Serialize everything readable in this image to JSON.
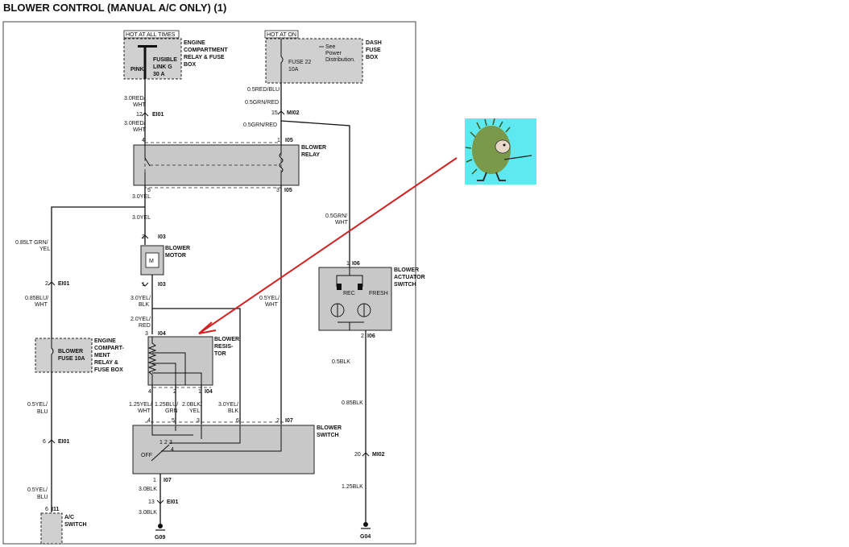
{
  "title": "BLOWER CONTROL (MANUAL A/C ONLY) (1)",
  "hot_labels": {
    "always": "HOT AT ALL TIMES",
    "on": "HOT AT ON"
  },
  "engine_box_top": {
    "line1": "ENGINE",
    "line2": "COMPARTMENT",
    "line3": "RELAY & FUSE",
    "line4": "BOX"
  },
  "fusible_link": {
    "line1": "FUSIBLE",
    "line2": "LINK G",
    "line3": "30 A",
    "color": "PINK"
  },
  "dash_box": {
    "line1": "DASH",
    "line2": "FUSE",
    "line3": "BOX"
  },
  "fuse22": {
    "line1": "FUSE 22",
    "line2": "10A",
    "note1": "See",
    "note2": "Power",
    "note3": "Distribution."
  },
  "wires": {
    "w_30red_a1": "3.0RED/",
    "w_30red_a2": "WHT",
    "w_30red_b1": "3.0RED/",
    "w_30red_b2": "WHT",
    "w_05redblu": "0.5RED/BLU",
    "w_05grnred_a": "0.5GRN/RED",
    "w_05grnred_b": "0.5GRN/RED",
    "w_30yel_a": "3.0YEL",
    "w_30yel_b": "3.0YEL",
    "w_085ltgrn1": "0.85LT GRN/",
    "w_085ltgrn2": "YEL",
    "w_05grnwht1": "0.5GRN/",
    "w_05grnwht2": "WHT",
    "w_085bluwht1": "0.85BLU/",
    "w_085bluwht2": "WHT",
    "w_30yelblk1": "3.0YEL/",
    "w_30yelblk2": "BLK",
    "w_05yelwht1": "0.5YEL/",
    "w_05yelwht2": "WHT",
    "w_20yelred1": "2.0YEL/",
    "w_20yelred2": "RED",
    "w_05blk": "0.5BLK",
    "w_05yelblu_a1": "0.5YEL/",
    "w_05yelblu_a2": "BLU",
    "w_125yelwht1": "1.25YEL/",
    "w_125yelwht2": "WHT",
    "w_125blugrn1": "1.25BLU/",
    "w_125blugrn2": "GRN",
    "w_20blkyel1": "2.0BLK/",
    "w_20blkyel2": "YEL",
    "w_30yelblk_b1": "3.0YEL/",
    "w_30yelblk_b2": "BLK",
    "w_085blk": "0.85BLK",
    "w_05yelblu_b1": "0.5YEL/",
    "w_05yelblu_b2": "BLU",
    "w_30blk_a": "3.0BLK",
    "w_30blk_b": "3.0BLK",
    "w_125blk": "1.25BLK"
  },
  "connectors": {
    "ei01_12": "12",
    "ei01_12n": "EI01",
    "mi02_15": "15",
    "mi02_15n": "MI02",
    "i05_4": "4",
    "i05_1": "1",
    "i05_1n": "I05",
    "i05_5": "5",
    "i05_3": "3",
    "i05_3n": "I05",
    "i03_2": "2",
    "i03_2n": "I03",
    "i03_1": "1",
    "i03_1n": "I03",
    "ei01_2": "2",
    "ei01_2n": "EI01",
    "i06_1": "1",
    "i06_1n": "I06",
    "i06_2": "2",
    "i06_2n": "I06",
    "i04_3": "3",
    "i04_3n": "I04",
    "i04_4": "4",
    "i04_2": "2",
    "i04_1": "1",
    "i04_1n": "I04",
    "i07_4": "4",
    "i07_5": "5",
    "i07_3": "3",
    "i07_6": "6",
    "i07_2": "2",
    "i07_2n": "I07",
    "i07_1": "1",
    "i07_1n": "I07",
    "ei01_6": "6",
    "ei01_6n": "EI01",
    "ei01_13": "13",
    "ei01_13n": "EI01",
    "mi02_20": "20",
    "mi02_20n": "MI02",
    "i11_6": "6",
    "i11_n": "I11"
  },
  "components": {
    "blower_relay": {
      "line1": "BLOWER",
      "line2": "RELAY"
    },
    "blower_motor": {
      "line1": "BLOWER",
      "line2": "MOTOR",
      "symbol": "M"
    },
    "actuator": {
      "line1": "BLOWER",
      "line2": "ACTUATOR",
      "line3": "SWITCH",
      "rec": "REC",
      "fresh": "FRESH"
    },
    "resistor": {
      "line1": "BLOWER",
      "line2": "RESIS-",
      "line3": "TOR"
    },
    "engine_box_left": {
      "line1": "ENGINE",
      "line2": "COMPART-",
      "line3": "MENT",
      "line4": "RELAY &",
      "line5": "FUSE BOX"
    },
    "blower_fuse": {
      "line1": "BLOWER",
      "line2": "FUSE 10A"
    },
    "blower_switch": {
      "line1": "BLOWER",
      "line2": "SWITCH",
      "off": "OFF",
      "pos": [
        "1",
        "2",
        "3",
        "4"
      ]
    },
    "ac_switch": {
      "line1": "A/C",
      "line2": "SWITCH"
    }
  },
  "grounds": {
    "g09": "G09",
    "g04": "G04"
  },
  "annotation": {
    "arrow_color": "#d42020",
    "image": "hedgehog-with-pointer"
  },
  "colors": {
    "component_fill": "#c8c8c8",
    "image_bg": "#5ee8f0",
    "hedgehog": "#7a9a4a"
  }
}
